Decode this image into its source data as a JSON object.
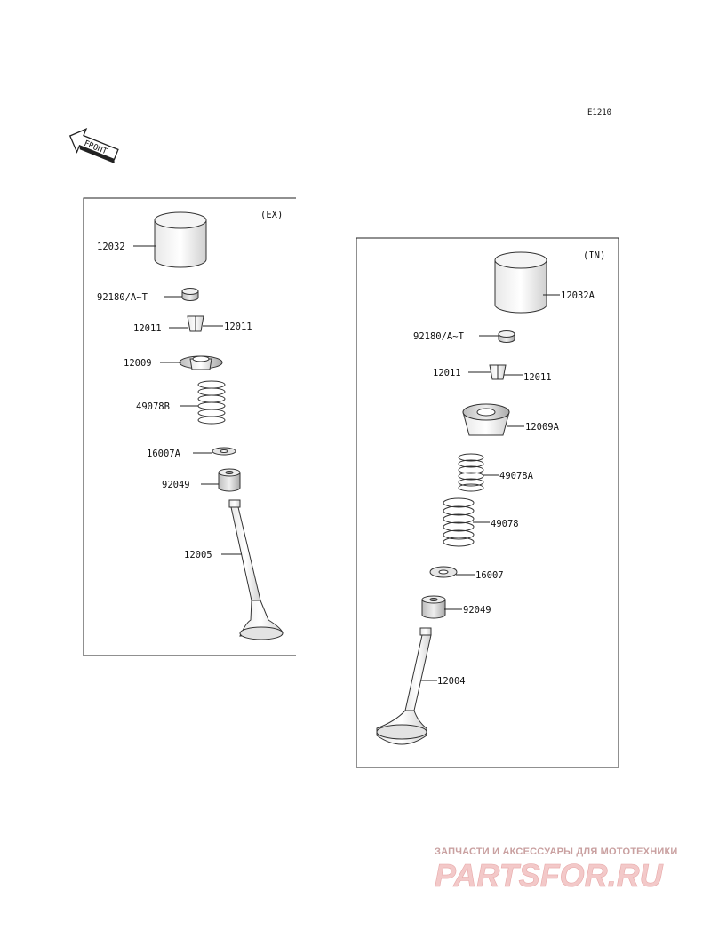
{
  "diagram_code": "E1210",
  "front_label": "FRONT",
  "ex_panel": {
    "title": "(EX)",
    "parts": [
      {
        "id": "ex-lifter",
        "label": "12032"
      },
      {
        "id": "ex-shim",
        "label": "92180/A~T"
      },
      {
        "id": "ex-cotter-left",
        "label": "12011"
      },
      {
        "id": "ex-cotter-right",
        "label": "12011"
      },
      {
        "id": "ex-retainer",
        "label": "12009"
      },
      {
        "id": "ex-spring",
        "label": "49078B"
      },
      {
        "id": "ex-seat",
        "label": "16007A"
      },
      {
        "id": "ex-seal",
        "label": "92049"
      },
      {
        "id": "ex-valve",
        "label": "12005"
      }
    ]
  },
  "in_panel": {
    "title": "(IN)",
    "parts": [
      {
        "id": "in-lifter",
        "label": "12032A"
      },
      {
        "id": "in-shim",
        "label": "92180/A~T"
      },
      {
        "id": "in-cotter-left",
        "label": "12011"
      },
      {
        "id": "in-cotter-right",
        "label": "12011"
      },
      {
        "id": "in-retainer",
        "label": "12009A"
      },
      {
        "id": "in-spring-inner",
        "label": "49078A"
      },
      {
        "id": "in-spring-outer",
        "label": "49078"
      },
      {
        "id": "in-seat",
        "label": "16007"
      },
      {
        "id": "in-seal",
        "label": "92049"
      },
      {
        "id": "in-valve",
        "label": "12004"
      }
    ]
  },
  "watermark": {
    "tagline": "ЗАПЧАСТИ И АКСЕССУАРЫ ДЛЯ МОТОТЕХНИКИ",
    "logo": "PARTSFOR.RU",
    "color": "#e7a9a9"
  }
}
